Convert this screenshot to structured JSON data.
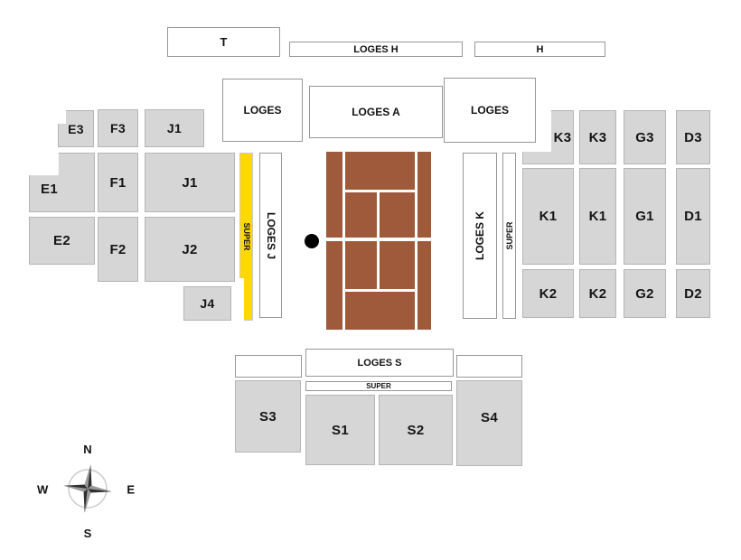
{
  "colors": {
    "section_gray": "#d6d6d6",
    "section_border": "#b5b5b5",
    "box_border": "#979797",
    "super_yellow": "#ffd800",
    "clay_court": "#9e5a3a",
    "court_line": "#ffffff",
    "net_post_dot": "#000000"
  },
  "stands": {
    "north": {
      "t": "T",
      "loges_h": "LOGES H",
      "h": "H"
    },
    "loges_row": {
      "left": "LOGES",
      "a": "LOGES A",
      "right": "LOGES"
    },
    "west": {
      "e3": "E3",
      "f3": "F3",
      "j1_upper": "J1",
      "e1": "E1",
      "f1": "F1",
      "j1": "J1",
      "e2": "E2",
      "f2": "F2",
      "j2": "J2",
      "j4": "J4",
      "super": "SUPER",
      "loges_j": "LOGES J"
    },
    "east": {
      "loges_k": "LOGES K",
      "super": "SUPER",
      "k3_left": "K3",
      "k3_right": "K3",
      "g3": "G3",
      "d3": "D3",
      "k1_left": "K1",
      "k1_right": "K1",
      "g1": "G1",
      "d1": "D1",
      "k2_left": "K2",
      "k2_right": "K2",
      "g2": "G2",
      "d2": "D2"
    },
    "south": {
      "loges_s": "LOGES S",
      "super": "SUPER",
      "s3": "S3",
      "s1": "S1",
      "s2": "S2",
      "s4": "S4"
    }
  },
  "compass": {
    "n": "N",
    "s": "S",
    "e": "E",
    "w": "W"
  }
}
